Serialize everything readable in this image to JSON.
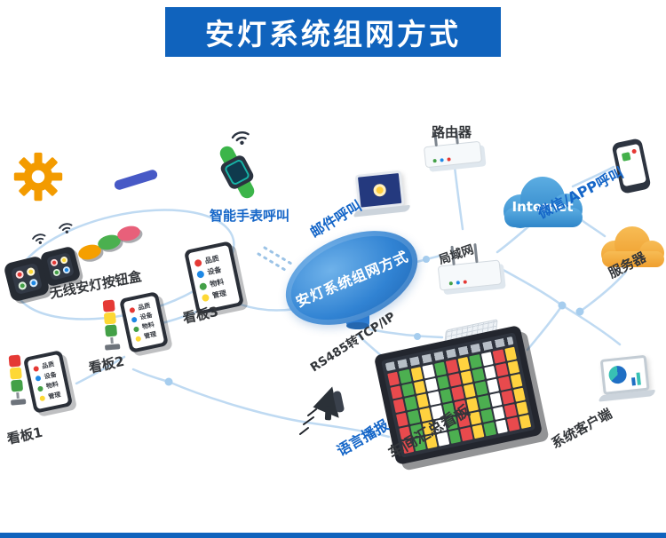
{
  "banner": {
    "title": "安灯系统组网方式"
  },
  "hub": {
    "label": "安灯系统组网方式"
  },
  "nodes": {
    "smartwatch": {
      "label": "智能手表呼叫"
    },
    "wireless_box": {
      "label": "无线安灯按钮盒"
    },
    "email": {
      "label": "邮件呼叫"
    },
    "router": {
      "label": "路由器"
    },
    "internet": {
      "label": "Internet"
    },
    "wechat": {
      "label": "微信/APP呼叫"
    },
    "server": {
      "label": "服务器"
    },
    "lan": {
      "label": "局域网"
    },
    "rs485": {
      "label": "RS485转TCP/IP"
    },
    "board1": {
      "label": "看板1"
    },
    "board2": {
      "label": "看板2"
    },
    "board3": {
      "label": "看板3"
    },
    "summary": {
      "label": "车间汇总看板"
    },
    "voice": {
      "label": "语言播报"
    },
    "client": {
      "label": "系统客户端"
    }
  },
  "board_rows": [
    {
      "label": "品质",
      "color": "#e53935"
    },
    {
      "label": "设备",
      "color": "#1e88e5"
    },
    {
      "label": "物料",
      "color": "#43a047"
    },
    {
      "label": "管理",
      "color": "#fdd835"
    }
  ],
  "summary_grid": {
    "rows": 6,
    "cols": 11,
    "palette": [
      "#e84a4d",
      "#4caf50",
      "#ffd23f",
      "#ffffff",
      "#4caf50",
      "#e84a4d",
      "#ffd23f",
      "#4caf50",
      "#ffffff",
      "#e84a4d",
      "#ffd23f"
    ]
  },
  "colors": {
    "banner_blue": "#1063bd",
    "label_blue": "#1566c8",
    "line_blue": "#bfdaf2",
    "internet_cloud": "#3f97d6",
    "server_cloud": "#f2a837",
    "gear_orange": "#f39b00"
  }
}
